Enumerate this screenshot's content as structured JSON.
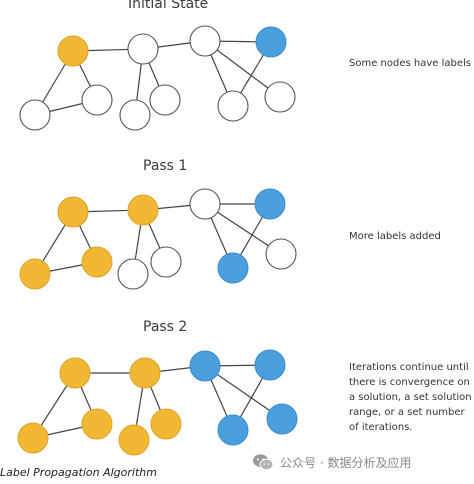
{
  "colors": {
    "unlabeled": "#ffffff",
    "unlabeled_stroke": "#555555",
    "label_a": "#F2B833",
    "label_a_stroke": "#D9A42A",
    "label_b": "#4A9FDF",
    "label_b_stroke": "#3D8CC9",
    "edge": "#444444",
    "watermark": "#8a8a8a"
  },
  "stages": [
    {
      "title": "Initial State",
      "note": [
        "Some nodes have labels"
      ],
      "node_labels": [
        "A",
        "none",
        "none",
        "B",
        "none",
        "none",
        "none",
        "none",
        "none",
        "none"
      ]
    },
    {
      "title": "Pass 1",
      "note": [
        "More labels added"
      ],
      "node_labels": [
        "A",
        "A",
        "none",
        "B",
        "A",
        "A",
        "none",
        "none",
        "B",
        "none"
      ]
    },
    {
      "title": "Pass 2",
      "note": [
        "Iterations continue until",
        "there is convergence on",
        "a solution, a set solution",
        "range, or a set number",
        "of iterations."
      ],
      "node_labels": [
        "A",
        "A",
        "B",
        "B",
        "A",
        "A",
        "A",
        "A",
        "B",
        "B"
      ]
    }
  ],
  "caption": "Label Propagation Algorithm",
  "watermark": {
    "icon": "wechat-icon",
    "text": "公众号 · 数据分析及应用"
  }
}
